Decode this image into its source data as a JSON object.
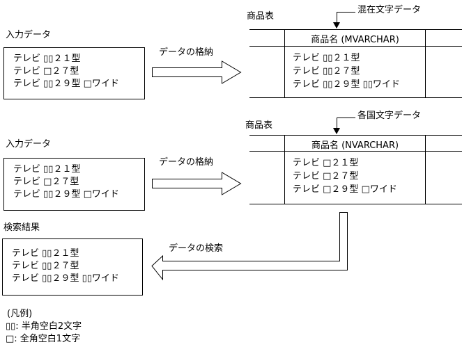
{
  "page": {
    "background": "#ffffff",
    "line_color": "#000000"
  },
  "flow1": {
    "input": {
      "title": "入力データ",
      "lines": [
        "テレビ ▯▯２１型",
        "テレビ □２７型",
        "テレビ ▯▯２９型 □ワイド"
      ]
    },
    "arrow": {
      "label": "データの格納"
    },
    "table": {
      "title": "商品表",
      "annotation": "混在文字データ",
      "column_header": "商品名 (MVARCHAR)",
      "rows": [
        "テレビ ▯▯２１型",
        "テレビ ▯▯２７型",
        "テレビ ▯▯２９型 ▯▯ワイド"
      ]
    }
  },
  "flow2": {
    "input": {
      "title": "入力データ",
      "lines": [
        "テレビ ▯▯２１型",
        "テレビ □２７型",
        "テレビ ▯▯２９型 □ワイド"
      ]
    },
    "arrow": {
      "label": "データの格納"
    },
    "table": {
      "title": "商品表",
      "annotation": "各国文字データ",
      "column_header": "商品名 (NVARCHAR)",
      "rows": [
        "テレビ □２１型",
        "テレビ □２７型",
        "テレビ □２９型 □ワイド"
      ]
    }
  },
  "flow3": {
    "arrow": {
      "label": "データの検索"
    },
    "result": {
      "title": "検索結果",
      "lines": [
        "テレビ ▯▯２１型",
        "テレビ ▯▯２７型",
        "テレビ ▯▯２９型 ▯▯ワイド"
      ]
    }
  },
  "legend": {
    "title": "(凡例)",
    "items": [
      "▯▯: 半角空白2文字",
      "□: 全角空白1文字"
    ]
  }
}
